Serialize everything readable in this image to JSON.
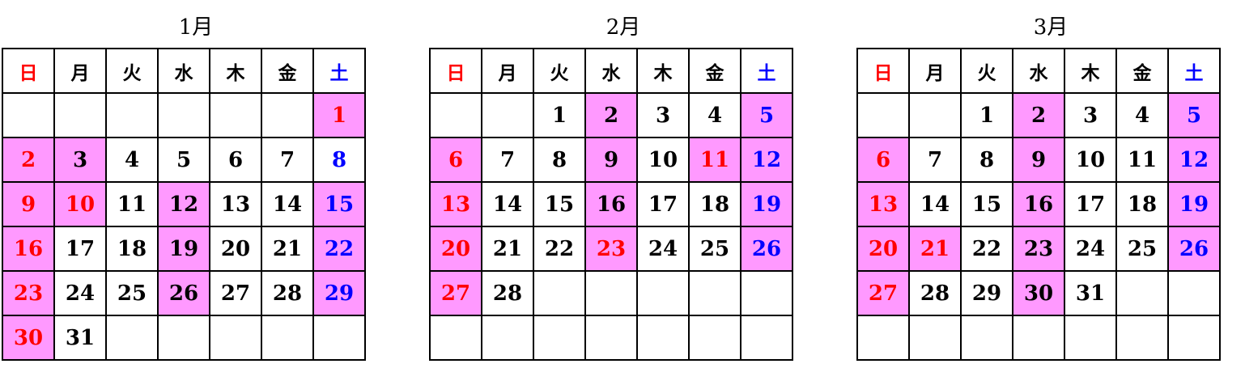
{
  "weekdays": [
    "日",
    "月",
    "火",
    "水",
    "木",
    "金",
    "土"
  ],
  "colors": {
    "highlight": "#ff99ff",
    "sunday_holiday": "#ff0000",
    "saturday": "#0000ff",
    "normal": "#000000"
  },
  "months": [
    {
      "title": "1月",
      "weeks": [
        [
          {
            "d": ""
          },
          {
            "d": ""
          },
          {
            "d": ""
          },
          {
            "d": ""
          },
          {
            "d": ""
          },
          {
            "d": ""
          },
          {
            "d": "1",
            "hl": true,
            "c": "red"
          }
        ],
        [
          {
            "d": "2",
            "hl": true,
            "c": "red"
          },
          {
            "d": "3",
            "hl": true
          },
          {
            "d": "4"
          },
          {
            "d": "5"
          },
          {
            "d": "6"
          },
          {
            "d": "7"
          },
          {
            "d": "8",
            "c": "blue"
          }
        ],
        [
          {
            "d": "9",
            "hl": true,
            "c": "red"
          },
          {
            "d": "10",
            "hl": true,
            "c": "red"
          },
          {
            "d": "11"
          },
          {
            "d": "12",
            "hl": true
          },
          {
            "d": "13"
          },
          {
            "d": "14"
          },
          {
            "d": "15",
            "hl": true,
            "c": "blue"
          }
        ],
        [
          {
            "d": "16",
            "hl": true,
            "c": "red"
          },
          {
            "d": "17"
          },
          {
            "d": "18"
          },
          {
            "d": "19",
            "hl": true
          },
          {
            "d": "20"
          },
          {
            "d": "21"
          },
          {
            "d": "22",
            "hl": true,
            "c": "blue"
          }
        ],
        [
          {
            "d": "23",
            "hl": true,
            "c": "red"
          },
          {
            "d": "24"
          },
          {
            "d": "25"
          },
          {
            "d": "26",
            "hl": true
          },
          {
            "d": "27"
          },
          {
            "d": "28"
          },
          {
            "d": "29",
            "hl": true,
            "c": "blue"
          }
        ],
        [
          {
            "d": "30",
            "hl": true,
            "c": "red"
          },
          {
            "d": "31"
          },
          {
            "d": ""
          },
          {
            "d": ""
          },
          {
            "d": ""
          },
          {
            "d": ""
          },
          {
            "d": ""
          }
        ]
      ]
    },
    {
      "title": "2月",
      "weeks": [
        [
          {
            "d": ""
          },
          {
            "d": ""
          },
          {
            "d": "1"
          },
          {
            "d": "2",
            "hl": true
          },
          {
            "d": "3"
          },
          {
            "d": "4"
          },
          {
            "d": "5",
            "hl": true,
            "c": "blue"
          }
        ],
        [
          {
            "d": "6",
            "hl": true,
            "c": "red"
          },
          {
            "d": "7"
          },
          {
            "d": "8"
          },
          {
            "d": "9",
            "hl": true
          },
          {
            "d": "10"
          },
          {
            "d": "11",
            "hl": true,
            "c": "red"
          },
          {
            "d": "12",
            "hl": true,
            "c": "blue"
          }
        ],
        [
          {
            "d": "13",
            "hl": true,
            "c": "red"
          },
          {
            "d": "14"
          },
          {
            "d": "15"
          },
          {
            "d": "16",
            "hl": true
          },
          {
            "d": "17"
          },
          {
            "d": "18"
          },
          {
            "d": "19",
            "hl": true,
            "c": "blue"
          }
        ],
        [
          {
            "d": "20",
            "hl": true,
            "c": "red"
          },
          {
            "d": "21"
          },
          {
            "d": "22"
          },
          {
            "d": "23",
            "hl": true,
            "c": "red"
          },
          {
            "d": "24"
          },
          {
            "d": "25"
          },
          {
            "d": "26",
            "hl": true,
            "c": "blue"
          }
        ],
        [
          {
            "d": "27",
            "hl": true,
            "c": "red"
          },
          {
            "d": "28"
          },
          {
            "d": ""
          },
          {
            "d": ""
          },
          {
            "d": ""
          },
          {
            "d": ""
          },
          {
            "d": ""
          }
        ],
        [
          {
            "d": ""
          },
          {
            "d": ""
          },
          {
            "d": ""
          },
          {
            "d": ""
          },
          {
            "d": ""
          },
          {
            "d": ""
          },
          {
            "d": ""
          }
        ]
      ]
    },
    {
      "title": "3月",
      "weeks": [
        [
          {
            "d": ""
          },
          {
            "d": ""
          },
          {
            "d": "1"
          },
          {
            "d": "2",
            "hl": true
          },
          {
            "d": "3"
          },
          {
            "d": "4"
          },
          {
            "d": "5",
            "hl": true,
            "c": "blue"
          }
        ],
        [
          {
            "d": "6",
            "hl": true,
            "c": "red"
          },
          {
            "d": "7"
          },
          {
            "d": "8"
          },
          {
            "d": "9",
            "hl": true
          },
          {
            "d": "10"
          },
          {
            "d": "11"
          },
          {
            "d": "12",
            "hl": true,
            "c": "blue"
          }
        ],
        [
          {
            "d": "13",
            "hl": true,
            "c": "red"
          },
          {
            "d": "14"
          },
          {
            "d": "15"
          },
          {
            "d": "16",
            "hl": true
          },
          {
            "d": "17"
          },
          {
            "d": "18"
          },
          {
            "d": "19",
            "hl": true,
            "c": "blue"
          }
        ],
        [
          {
            "d": "20",
            "hl": true,
            "c": "red"
          },
          {
            "d": "21",
            "hl": true,
            "c": "red"
          },
          {
            "d": "22"
          },
          {
            "d": "23",
            "hl": true
          },
          {
            "d": "24"
          },
          {
            "d": "25"
          },
          {
            "d": "26",
            "hl": true,
            "c": "blue"
          }
        ],
        [
          {
            "d": "27",
            "hl": true,
            "c": "red"
          },
          {
            "d": "28"
          },
          {
            "d": "29"
          },
          {
            "d": "30",
            "hl": true
          },
          {
            "d": "31"
          },
          {
            "d": ""
          },
          {
            "d": ""
          }
        ],
        [
          {
            "d": ""
          },
          {
            "d": ""
          },
          {
            "d": ""
          },
          {
            "d": ""
          },
          {
            "d": ""
          },
          {
            "d": ""
          },
          {
            "d": ""
          }
        ]
      ]
    }
  ]
}
